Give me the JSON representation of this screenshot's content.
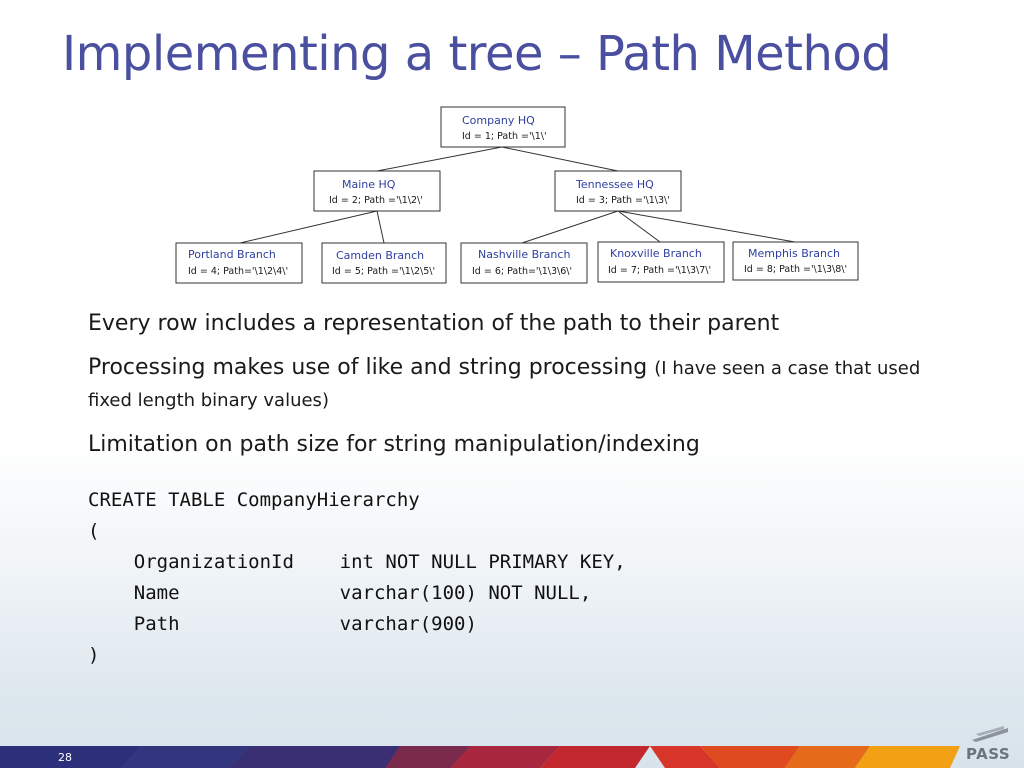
{
  "slide": {
    "title": "Implementing a tree – Path Method",
    "page_number": "28"
  },
  "tree": {
    "nodes": [
      {
        "name": "Company HQ",
        "detail": "Id = 1; Path ='\\1\\'"
      },
      {
        "name": "Maine HQ",
        "detail": "Id = 2; Path ='\\1\\2\\'"
      },
      {
        "name": "Tennessee HQ",
        "detail": "Id = 3; Path ='\\1\\3\\'"
      },
      {
        "name": "Portland Branch",
        "detail": "Id = 4; Path='\\1\\2\\4\\'"
      },
      {
        "name": "Camden Branch",
        "detail": "Id = 5; Path ='\\1\\2\\5\\'"
      },
      {
        "name": "Nashville Branch",
        "detail": "Id = 6; Path='\\1\\3\\6\\'"
      },
      {
        "name": "Knoxville Branch",
        "detail": "Id = 7; Path ='\\1\\3\\7\\'"
      },
      {
        "name": "Memphis Branch",
        "detail": "Id = 8; Path ='\\1\\3\\8\\'"
      }
    ]
  },
  "bullets": [
    {
      "text": "Every row includes a representation of the path to their parent"
    },
    {
      "text": "Processing makes use of like and string processing ",
      "aside": "(I have seen a case that used fixed length binary values)"
    },
    {
      "text": "Limitation on path size for string manipulation/indexing"
    }
  ],
  "code": {
    "lines": [
      "CREATE TABLE CompanyHierarchy",
      "(",
      "    OrganizationId    int NOT NULL PRIMARY KEY,",
      "    Name              varchar(100) NOT NULL,",
      "    Path              varchar(900)",
      ")"
    ]
  },
  "brand": {
    "logo_text": "PASS",
    "title_color": "#4a4fa0",
    "node_title_color": "#2f3fa0",
    "footer_colors": [
      "#2c2f7a",
      "#7a2a4a",
      "#c3282e",
      "#e04a1f",
      "#f2a014"
    ]
  }
}
